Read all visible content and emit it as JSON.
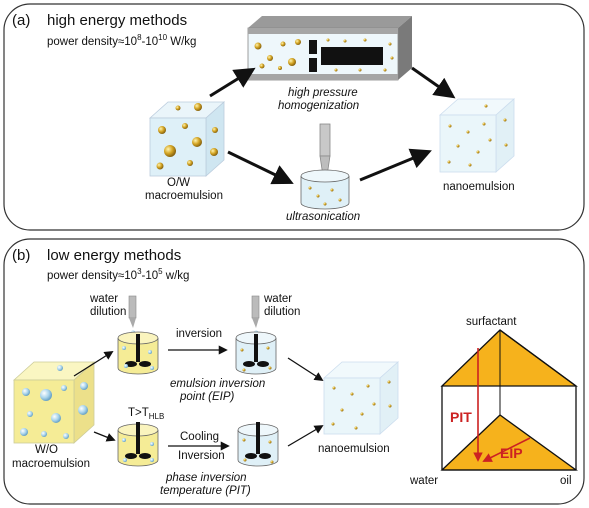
{
  "panel_a": {
    "label": "(a)",
    "title": "high energy methods",
    "power_prefix": "power density≈10",
    "power_exp1": "8",
    "power_mid": "-10",
    "power_exp2": "10",
    "power_unit": " W/kg",
    "source_label_1": "O/W",
    "source_label_2": "macroemulsion",
    "route1_label_1": "high pressure",
    "route1_label_2": "homogenization",
    "route2_label": "ultrasonication",
    "result_label": "nanoemulsion"
  },
  "panel_b": {
    "label": "(b)",
    "title": "low energy methods",
    "power_prefix": "power density≈10",
    "power_exp1": "3",
    "power_mid": "-10",
    "power_exp2": "5",
    "power_unit": " w/kg",
    "water_1": "water",
    "dilution_1": "dilution",
    "water_2": "water",
    "dilution_2": "dilution",
    "inversion": "inversion",
    "eip_1": "emulsion inversion",
    "eip_2": "point (EIP)",
    "temp_T": "T>T",
    "temp_sub": "HLB",
    "cooling": "Cooling",
    "inversion_2": "Inversion",
    "pit_1": "phase inversion",
    "pit_2": "temperature (PIT)",
    "source_label_1": "W/O",
    "source_label_2": "macroemulsion",
    "result_label": "nanoemulsion",
    "prism": {
      "top": "surfactant",
      "left": "water",
      "right": "oil",
      "pit": "PIT",
      "eip": "EIP"
    }
  },
  "colors": {
    "gold": "#c9a227",
    "yellow": "#f5ec96",
    "prism_fill": "#f6b21c",
    "arrow_red": "#cc2222",
    "light_blue": "#dff0f7"
  }
}
